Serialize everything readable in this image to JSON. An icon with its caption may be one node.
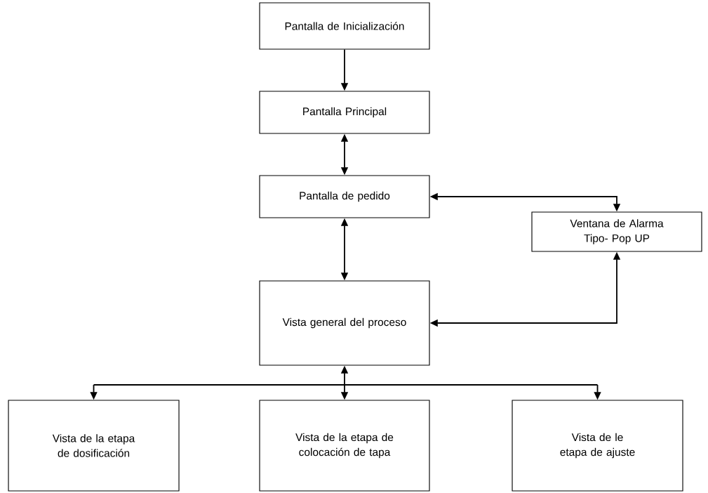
{
  "diagram": {
    "nodes": [
      {
        "text": [
          "Pantalla de Inicialización"
        ]
      },
      {
        "text": [
          "Pantalla Principal"
        ]
      },
      {
        "text": [
          "Pantalla de pedido"
        ]
      },
      {
        "text": [
          "Ventana de Alarma Tipo- Pop UP"
        ]
      },
      {
        "text": [
          "Vista general del proceso"
        ]
      },
      {
        "text": [
          "Vista de la etapa de dosificación"
        ]
      },
      {
        "text": [
          "Vista de la etapa de colocación de tapa"
        ]
      },
      {
        "text": [
          "Vista de le etapa de ajuste"
        ]
      }
    ],
    "edges": [
      {
        "from": 0,
        "to": 1,
        "arrow": "to"
      },
      {
        "from": 1,
        "to": 2,
        "arrow": "both"
      },
      {
        "from": 2,
        "to": 3,
        "arrow": "both"
      },
      {
        "from": 2,
        "to": 4,
        "arrow": "both"
      },
      {
        "from": 3,
        "to": 4,
        "arrow": "both"
      },
      {
        "from": 4,
        "to": 5,
        "arrow": "both"
      },
      {
        "from": 4,
        "to": 6,
        "arrow": "both"
      },
      {
        "from": 4,
        "to": 7,
        "arrow": "both"
      }
    ]
  }
}
